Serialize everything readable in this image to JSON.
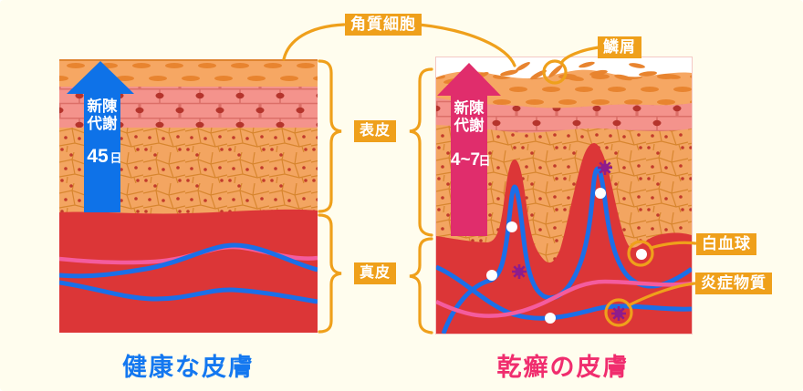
{
  "title": "healthy skin vs psoriasis skin comparison diagram",
  "labels": {
    "corneocyte": "角質細胞",
    "scale": "鱗屑",
    "epidermis": "表皮",
    "dermis": "真皮",
    "white_blood_cell": "白血球",
    "inflammatory_substance": "炎症物質"
  },
  "left_panel": {
    "caption": "健康な皮膚",
    "arrow": {
      "line1": "新陳",
      "line2": "代謝",
      "value": "45",
      "unit": "日"
    }
  },
  "right_panel": {
    "caption": "乾癬の皮膚",
    "arrow": {
      "line1": "新陳",
      "line2": "代謝",
      "value": "4~7",
      "unit": "日"
    }
  },
  "colors": {
    "background_cream": "#FFFDEE",
    "accent_orange": "#EFA01B",
    "metabolism_arrow_blue": "#0E72E8",
    "metabolism_arrow_pink": "#E02D6C",
    "caption_blue": "#1478F0",
    "caption_pink": "#F02D6E",
    "dermis_red": "#DC3637",
    "epidermis_orange": "#F3A561",
    "granular_layer_pink": "#F4938C",
    "stratum_corneum_orange": "#F6A763",
    "vessel_blue": "#1B6FE8",
    "vessel_pink": "#F45C9E",
    "white_blood_cell": "#FFFFFF",
    "inflammatory_purple": "#8E1C8C"
  }
}
